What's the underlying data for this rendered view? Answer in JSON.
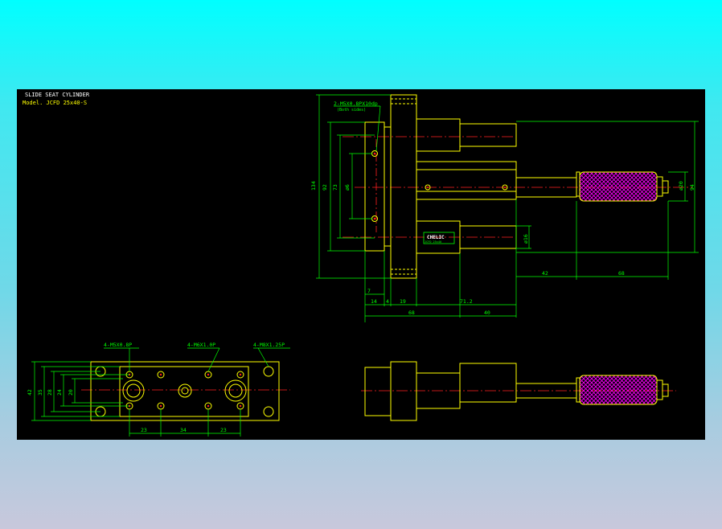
{
  "title": {
    "line1": "SLIDE SEAT CYLINDER",
    "line2": "Model. JCFD 25x40-S"
  },
  "colors": {
    "outline": "#ffff00",
    "dimension": "#00ff00",
    "centerline": "#ff2020",
    "hatch": "#ff00ff",
    "title_text": "#ffffff",
    "model_text": "#ffff00",
    "background": "#000000"
  },
  "side_view": {
    "thread_note": "2-M5X0.8PX10dp",
    "thread_note_sub": "(Both sides)",
    "dims": {
      "overall_height": "134",
      "plate_height": "92",
      "hole_pitch": "73",
      "bore": "ø6",
      "rod_dia": "ø16",
      "knob_dia": "ø20",
      "right_height": "94",
      "rod_len": "42",
      "knob_len": "68",
      "d7": "7",
      "d14": "14",
      "d4": "4",
      "d19": "19",
      "d71": "71.2",
      "d68": "68",
      "d40": "40"
    },
    "brand": "CHELIC",
    "label_small": "JCFD 25x40"
  },
  "top_view": {
    "callout_left": "4-M5X0.8P",
    "callout_mid": "4-M6X1.0P",
    "callout_right": "4-M8X1.25P",
    "dims": {
      "h42": "42",
      "h35": "35",
      "h28": "28",
      "h24": "24",
      "h20": "20",
      "w23a": "23",
      "w34": "34",
      "w23b": "23"
    }
  }
}
